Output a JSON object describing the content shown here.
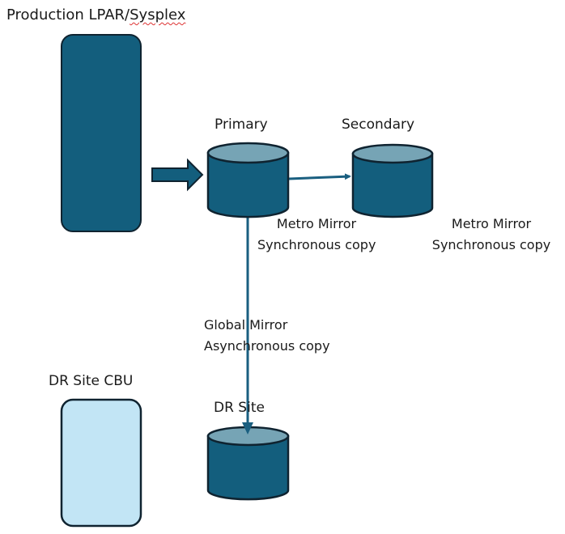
{
  "colors": {
    "dark_fill": "#135e7d",
    "cylinder_top": "#76a4b5",
    "light_fill": "#c2e5f5",
    "stroke": "#0f2330",
    "connector": "#1a5f80"
  },
  "labels": {
    "production_prefix": "Production LPAR/",
    "production_suffix": "Sysplex",
    "primary": "Primary",
    "secondary": "Secondary",
    "dr_site_cbu": "DR Site CBU",
    "dr_site": "DR Site"
  },
  "captions": {
    "metro_mirror_primary": {
      "line1": "Metro Mirror",
      "line2": "Synchronous copy"
    },
    "metro_mirror_secondary": {
      "line1": "Metro Mirror",
      "line2": "Synchronous copy"
    },
    "global_mirror": {
      "line1": "Global Mirror",
      "line2": "Asynchronous copy"
    }
  },
  "nodes": [
    {
      "id": "production-lpar",
      "shape": "rounded-rect",
      "style": "dark"
    },
    {
      "id": "primary-storage",
      "shape": "cylinder",
      "style": "dark"
    },
    {
      "id": "secondary-storage",
      "shape": "cylinder",
      "style": "dark"
    },
    {
      "id": "dr-site-cbu",
      "shape": "rounded-rect",
      "style": "light"
    },
    {
      "id": "dr-site-storage",
      "shape": "cylinder",
      "style": "dark"
    }
  ],
  "edges": [
    {
      "from": "production-lpar",
      "to": "primary-storage",
      "style": "block-arrow"
    },
    {
      "from": "primary-storage",
      "to": "secondary-storage",
      "style": "line-arrow",
      "label": "Metro Mirror Synchronous copy"
    },
    {
      "from": "primary-storage",
      "to": "dr-site-storage",
      "style": "line-arrow",
      "label": "Global Mirror Asynchronous copy"
    }
  ]
}
